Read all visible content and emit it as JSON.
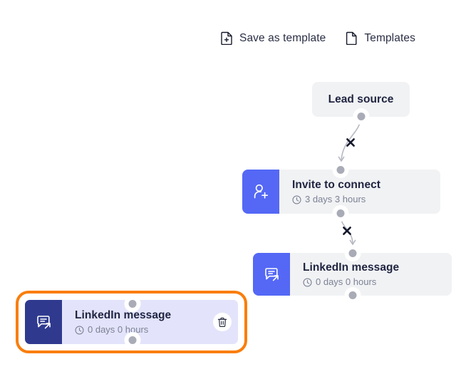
{
  "toolbar": {
    "actions": [
      {
        "label": "Save as template",
        "icon": "file-plus-icon"
      },
      {
        "label": "Templates",
        "icon": "file-icon"
      }
    ]
  },
  "flow": {
    "nodes": [
      {
        "id": "lead-source",
        "type": "plain",
        "title": "Lead source",
        "subtitle": "",
        "icon": "",
        "selected": false
      },
      {
        "id": "invite-to-connect",
        "type": "action",
        "title": "Invite to connect",
        "subtitle": "3 days 3 hours",
        "icon": "user-plus-icon",
        "selected": false
      },
      {
        "id": "linkedin-message",
        "type": "action",
        "title": "LinkedIn message",
        "subtitle": "0 days 0 hours",
        "icon": "message-send-icon",
        "selected": false
      },
      {
        "id": "linkedin-message-selected",
        "type": "action",
        "title": "LinkedIn message",
        "subtitle": "0 days 0 hours",
        "icon": "message-send-icon",
        "selected": true,
        "delete_icon": "trash-icon"
      }
    ],
    "edges": [
      {
        "from": "lead-source",
        "to": "invite-to-connect",
        "marker": "remove-connection-x"
      },
      {
        "from": "invite-to-connect",
        "to": "linkedin-message",
        "marker": "remove-connection-x"
      }
    ]
  },
  "colors": {
    "accent_blue": "#5468f5",
    "selected_blue": "#2f3a8f",
    "selection_orange": "#f97e0c",
    "node_bg": "#f1f2f4",
    "selected_node_bg": "#e3e4fb",
    "port_gray": "#a9abb6",
    "title_text": "#1f2440",
    "sub_text": "#7d8195"
  }
}
